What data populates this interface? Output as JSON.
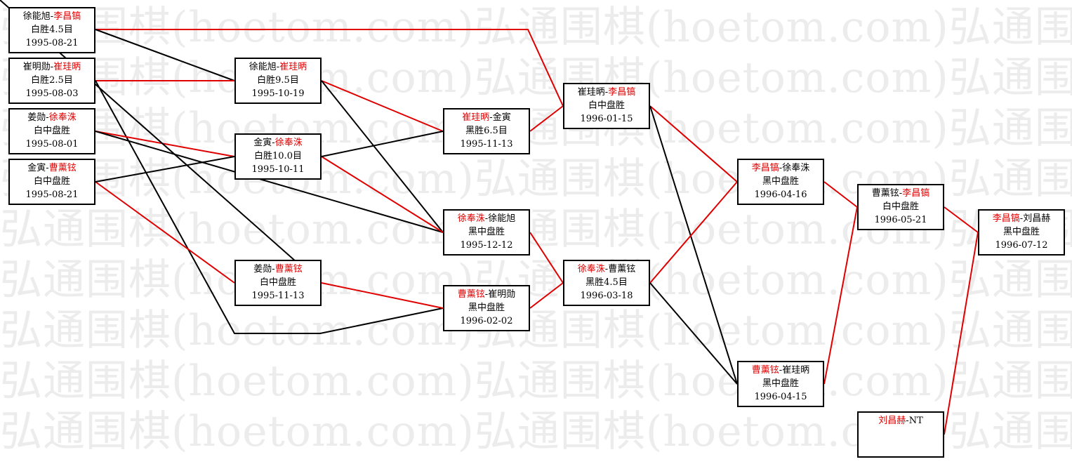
{
  "watermark_text": "弘通围棋(hoetom.com)弘通围棋(hoetom.com)弘通围棋(hoetom.com)",
  "colors": {
    "winner": "#e00000",
    "loser": "#000000",
    "box_border": "#000000",
    "watermark": "#ececec"
  },
  "games": [
    {
      "id": "r1-1",
      "winner_first": false,
      "p1": "徐能旭",
      "p2": "李昌镐",
      "result": "白胜4.5目",
      "date": "1995-08-21"
    },
    {
      "id": "r1-2",
      "winner_first": false,
      "p1": "崔明勋",
      "p2": "崔珪昞",
      "result": "白胜2.5目",
      "date": "1995-08-03"
    },
    {
      "id": "r1-3",
      "winner_first": false,
      "p1": "姜勋",
      "p2": "徐奉洙",
      "result": "白中盘胜",
      "date": "1995-08-01"
    },
    {
      "id": "r1-4",
      "winner_first": false,
      "p1": "金寅",
      "p2": "曹薰铉",
      "result": "白中盘胜",
      "date": "1995-08-21"
    },
    {
      "id": "r2-1",
      "winner_first": false,
      "p1": "徐能旭",
      "p2": "崔珪昞",
      "result": "白胜9.5目",
      "date": "1995-10-19"
    },
    {
      "id": "r2-2",
      "winner_first": false,
      "p1": "金寅",
      "p2": "徐奉洙",
      "result": "白胜10.0目",
      "date": "1995-10-11"
    },
    {
      "id": "r2-3",
      "winner_first": false,
      "p1": "姜勋",
      "p2": "曹薰铉",
      "result": "白中盘胜",
      "date": "1995-11-13"
    },
    {
      "id": "r3-1",
      "winner_first": true,
      "p1": "崔珪昞",
      "p2": "金寅",
      "result": "黑胜6.5目",
      "date": "1995-11-13"
    },
    {
      "id": "r3-2",
      "winner_first": true,
      "p1": "徐奉洙",
      "p2": "徐能旭",
      "result": "黑中盘胜",
      "date": "1995-12-12"
    },
    {
      "id": "r3-3",
      "winner_first": true,
      "p1": "曹薰铉",
      "p2": "崔明勋",
      "result": "黑中盘胜",
      "date": "1996-02-02"
    },
    {
      "id": "r4-1",
      "winner_first": false,
      "p1": "崔珪昞",
      "p2": "李昌镐",
      "result": "白中盘胜",
      "date": "1996-01-15"
    },
    {
      "id": "r4-2",
      "winner_first": true,
      "p1": "徐奉洙",
      "p2": "曹薰铉",
      "result": "黑胜4.5目",
      "date": "1996-03-18"
    },
    {
      "id": "r5-1",
      "winner_first": true,
      "p1": "李昌镐",
      "p2": "徐奉洙",
      "result": "黑中盘胜",
      "date": "1996-04-16"
    },
    {
      "id": "r5-2",
      "winner_first": true,
      "p1": "曹薰铉",
      "p2": "崔珪昞",
      "result": "黑中盘胜",
      "date": "1996-04-15"
    },
    {
      "id": "r6-1",
      "winner_first": false,
      "p1": "曹薰铉",
      "p2": "李昌镐",
      "result": "白中盘胜",
      "date": "1996-05-21"
    },
    {
      "id": "r6-2",
      "winner_first": true,
      "p1": "刘昌赫",
      "p2": "NT",
      "result": "",
      "date": ""
    },
    {
      "id": "final",
      "winner_first": true,
      "p1": "李昌镐",
      "p2": "刘昌赫",
      "result": "黑中盘胜",
      "date": "1996-07-12"
    }
  ]
}
